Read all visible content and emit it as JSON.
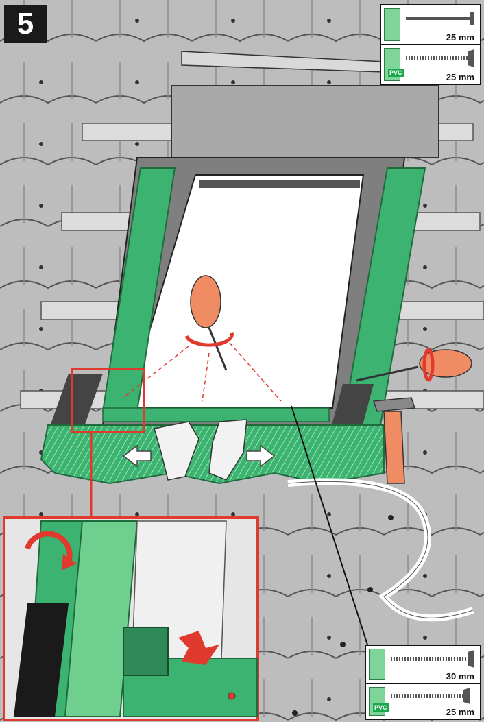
{
  "step": {
    "number": "5"
  },
  "fasteners": {
    "top_nail": {
      "length": "25 mm"
    },
    "top_screw": {
      "length": "25 mm",
      "material_tag": "PVC"
    },
    "bottom_screw": {
      "length": "30 mm"
    },
    "bottom_pvc_screw": {
      "length": "25 mm",
      "material_tag": "PVC"
    }
  },
  "colors": {
    "flashing_green": "#3cb371",
    "accent_red": "#e03a2f",
    "tool_orange": "#f08c64",
    "frame_grey": "#8a8a8a",
    "roof_grey": "#b9b9b9"
  },
  "icons": [
    "screwdriver-icon",
    "hammer-icon",
    "glove-icon",
    "rotate-arrow-icon",
    "slide-arrow-icon"
  ]
}
